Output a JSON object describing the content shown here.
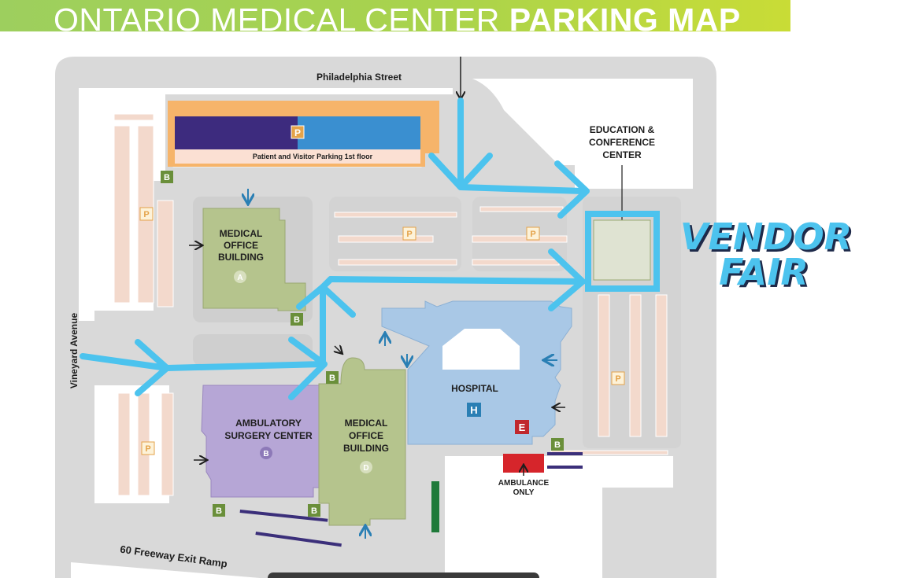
{
  "header": {
    "title_light": "ONTARIO MEDICAL CENTER",
    "title_bold": "PARKING MAP",
    "accent": "#a9d34c"
  },
  "streets": {
    "north": "Philadelphia Street",
    "west": "Vineyard Avenue",
    "south": "60 Freeway Exit Ramp"
  },
  "parking_structure": {
    "label": "Patient and Visitor Parking 1st floor",
    "marker": "P"
  },
  "buildings": {
    "mob_a": {
      "line1": "MEDICAL",
      "line2": "OFFICE",
      "line3": "BUILDING",
      "letter": "A",
      "color": "#b5c48d"
    },
    "asc_b": {
      "line1": "AMBULATORY",
      "line2": "SURGERY CENTER",
      "letter": "B",
      "color": "#b6a6d6"
    },
    "mob_d": {
      "line1": "MEDICAL",
      "line2": "OFFICE",
      "line3": "BUILDING",
      "letter": "D",
      "color": "#b5c48d"
    },
    "hospital": {
      "line1": "HOSPITAL",
      "letter": "H",
      "color": "#a9c8e6"
    },
    "education": {
      "line1": "EDUCATION &",
      "line2": "CONFERENCE",
      "line3": "CENTER"
    }
  },
  "markers": {
    "parking": "P",
    "bus": "B",
    "emergency": "E"
  },
  "ambulance": {
    "line1": "AMBULANCE",
    "line2": "ONLY"
  },
  "vendor_fair": {
    "line1": "VENDOR",
    "line2": "FAIR",
    "color": "#4cc3ee"
  },
  "colors": {
    "road": "#d9d9d9",
    "route": "#4cc3ee",
    "parking_stall": "#f3d9cc",
    "purple_bar": "#3b2f7a"
  }
}
